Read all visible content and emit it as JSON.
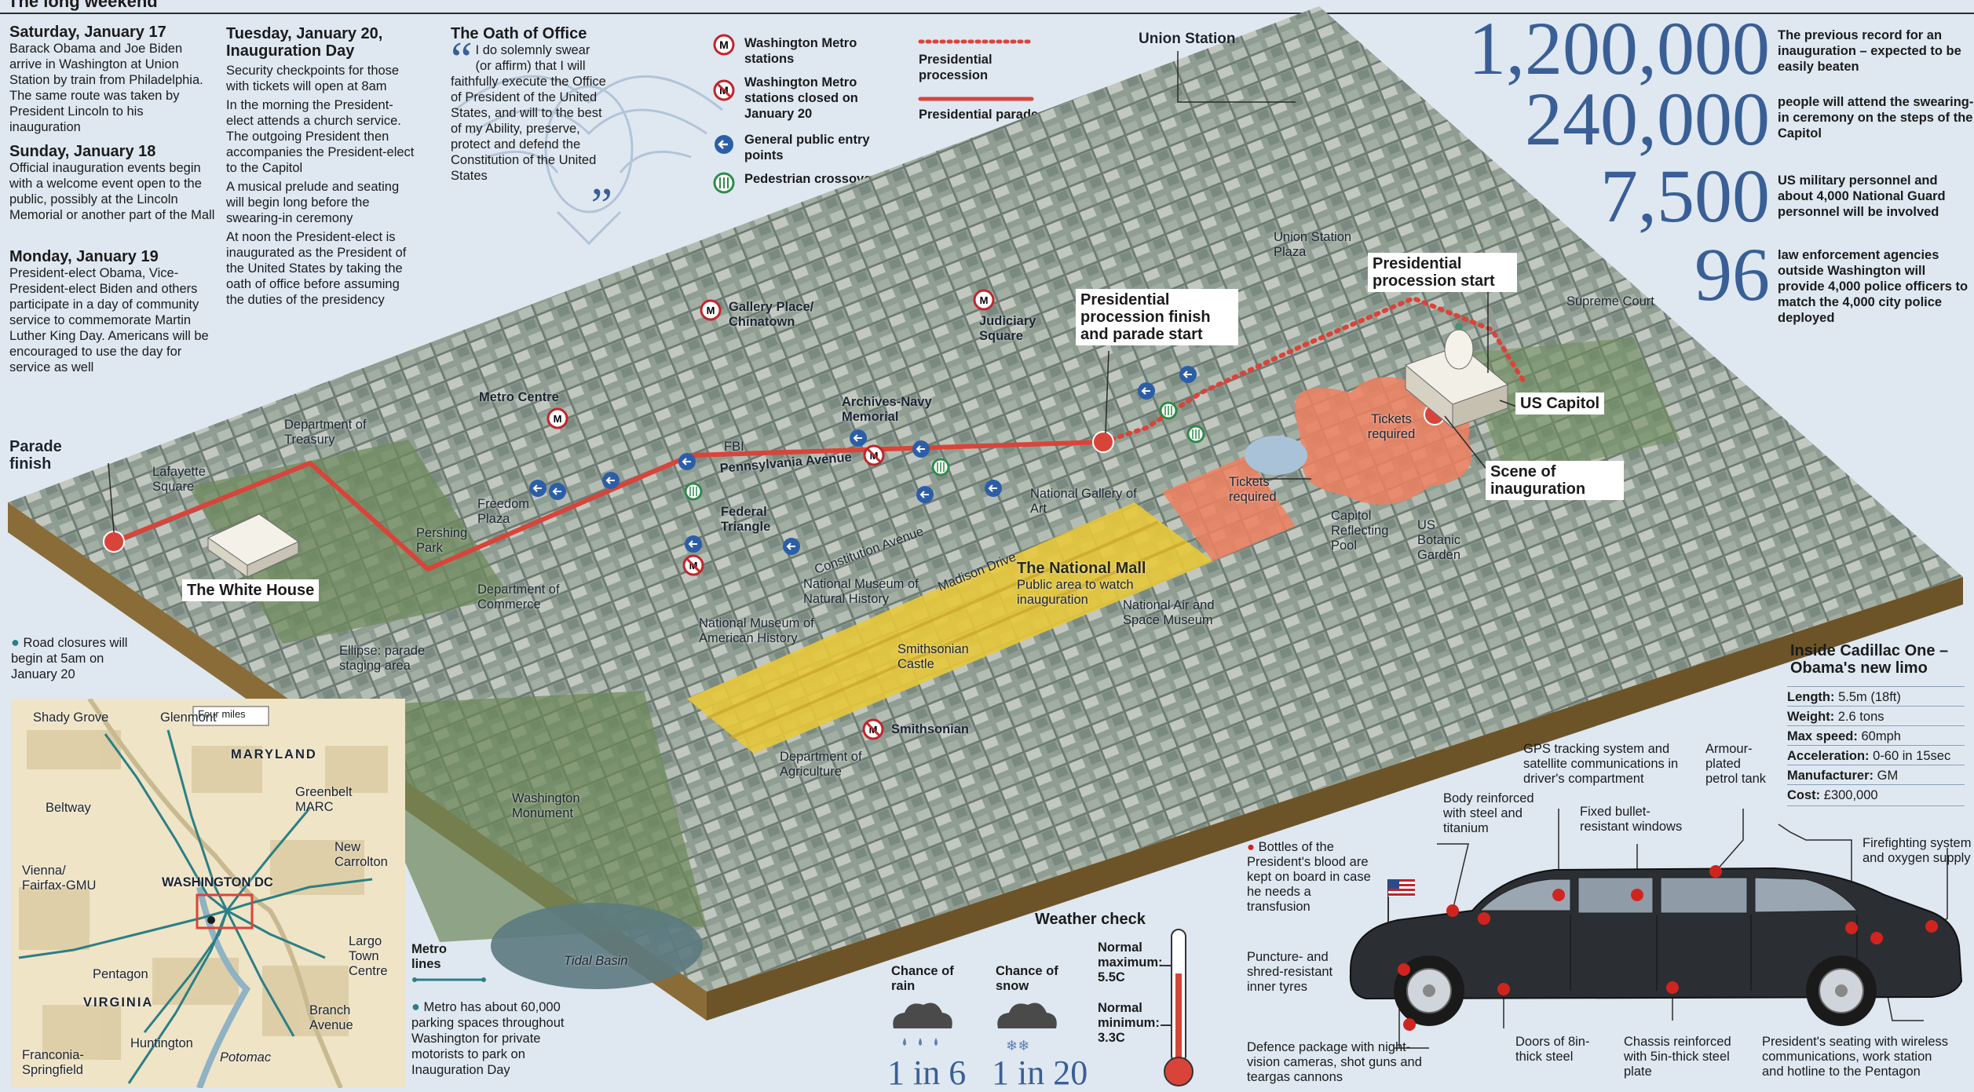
{
  "page_header": "The long weekend",
  "timeline": [
    {
      "title": "Saturday, January 17",
      "body": "Barack Obama and Joe Biden arrive in Washington at Union Station by train from Philadelphia. The same route was taken by President Lincoln to his inauguration"
    },
    {
      "title": "Sunday, January 18",
      "body": "Official inauguration events begin with a welcome event open to the public, possibly at the Lincoln Memorial or another part of the Mall"
    },
    {
      "title": "Monday, January 19",
      "body": "President-elect Obama, Vice-President-elect Biden and others participate in a day of community service to commemorate Martin Luther King Day. Americans will be encouraged to use the day for service as well"
    }
  ],
  "inauguration_day": {
    "title": "Tuesday, January 20, Inauguration Day",
    "paragraphs": [
      "Security checkpoints for those with tickets will open at 8am",
      "In the morning the President-elect attends a church service. The outgoing President then accompanies the President-elect to the Capitol",
      "A musical prelude and seating will begin long before the swearing-in ceremony",
      "At noon the President-elect is inaugurated as the President of the United States by taking the oath of office before assuming the duties of the presidency"
    ]
  },
  "oath": {
    "title": "The Oath of Office",
    "text": "I do solemnly swear (or affirm) that I will faithfully execute the Office of President of the United States, and will to the best of my Ability, preserve, protect and defend the Constitution of the United States"
  },
  "legend": {
    "metro_stations": "Washington Metro stations",
    "metro_closed": "Washington Metro stations closed on January 20",
    "entry_points": "General public entry points",
    "crossovers": "Pedestrian crossovers",
    "procession": "Presidential procession",
    "parade": "Presidential parade"
  },
  "stats": [
    {
      "value": "1,200,000",
      "desc": "The previous record for an inauguration – expected to be easily beaten"
    },
    {
      "value": "240,000",
      "desc": "people will attend the swearing-in ceremony on the steps of the Capitol"
    },
    {
      "value": "7,500",
      "desc": "US military personnel and about 4,000 National Guard personnel will be involved"
    },
    {
      "value": "96",
      "desc": "law enforcement agencies outside Washington will provide 4,000 police officers to match the 4,000 city police deployed"
    }
  ],
  "map_labels": {
    "union_station": "Union Station",
    "union_station_plaza": "Union Station Plaza",
    "supreme_court": "Supreme Court",
    "procession_start": "Presidential procession start",
    "procession_finish": "Presidential procession finish and parade start",
    "us_capitol": "US Capitol",
    "scene_inauguration": "Scene of inauguration",
    "tickets_1": "Tickets required",
    "tickets_2": "Tickets required",
    "capitol_pool": "Capitol Reflecting Pool",
    "botanic": "US Botanic Garden",
    "gallery_place": "Gallery Place/ Chinatown",
    "judiciary": "Judiciary Square",
    "archives": "Archives-Navy Memorial",
    "metro_centre": "Metro Centre",
    "fbi": "FBI",
    "pennsylvania": "Pennsylvania Avenue",
    "federal_triangle": "Federal Triangle",
    "constitution": "Constitution Avenue",
    "madison": "Madison Drive",
    "national_gallery": "National Gallery of Art",
    "national_mall_title": "The National Mall",
    "national_mall_sub": "Public area to watch inauguration",
    "air_space": "National Air and Space Museum",
    "natural_history": "National Museum of Natural History",
    "american_history": "National Museum of American History",
    "smithsonian_castle": "Smithsonian Castle",
    "smithsonian": "Smithsonian",
    "agriculture": "Department of Agriculture",
    "washington_monument": "Washington Monument",
    "tidal_basin": "Tidal Basin",
    "treasury": "Department of Treasury",
    "lafayette": "Lafayette Square",
    "freedom_plaza": "Freedom Plaza",
    "pershing": "Pershing Park",
    "commerce": "Department of Commerce",
    "white_house": "The White House",
    "parade_finish": "Parade finish",
    "ellipse": "Ellipse: parade staging area"
  },
  "notes": {
    "road_closures": "Road closures will begin at 5am on January 20",
    "parking": "Metro has about 60,000 parking spaces throughout Washington for private motorists to park on Inauguration Day"
  },
  "inset_map": {
    "scale": "Four miles",
    "metro_lines": "Metro lines",
    "places": [
      "Shady Grove",
      "Glenmont",
      "MARYLAND",
      "Greenbelt MARC",
      "New Carrolton",
      "Beltway",
      "Vienna/ Fairfax-GMU",
      "WASHINGTON DC",
      "Pentagon",
      "Largo Town Centre",
      "VIRGINIA",
      "Branch Avenue",
      "Huntington",
      "Franconia-Springfield",
      "Potomac"
    ]
  },
  "weather": {
    "title": "Weather check",
    "rain_label": "Chance of rain",
    "rain_value": "1 in 6",
    "snow_label": "Chance of snow",
    "snow_value": "1 in 20",
    "max_label": "Normal maximum:",
    "max_value": "5.5C",
    "min_label": "Normal minimum:",
    "min_value": "3.3C"
  },
  "limo": {
    "title": "Inside Cadillac One – Obama's new limo",
    "specs": [
      {
        "k": "Length:",
        "v": "5.5m (18ft)"
      },
      {
        "k": "Weight:",
        "v": "2.6 tons"
      },
      {
        "k": "Max speed:",
        "v": "60mph"
      },
      {
        "k": "Acceleration:",
        "v": "0-60 in 15sec"
      },
      {
        "k": "Manufacturer:",
        "v": "GM"
      },
      {
        "k": "Cost:",
        "v": "£300,000"
      }
    ],
    "features": {
      "gps": "GPS tracking system and satellite communications in driver's compartment",
      "armour": "Armour-plated petrol tank",
      "body": "Body reinforced with steel and titanium",
      "windows": "Fixed bullet-resistant windows",
      "fire": "Firefighting system and oxygen supply",
      "blood": "Bottles of the President's blood are kept on board in case he needs a transfusion",
      "tyres": "Puncture- and shred-resistant inner tyres",
      "defence": "Defence package with night-vision cameras, shot guns and teargas cannons",
      "doors": "Doors of 8in-thick steel",
      "chassis": "Chassis reinforced with 5in-thick steel plate",
      "seating": "President's seating with wireless communications, work station and hotline to the Pentagon"
    }
  },
  "colors": {
    "accent_blue": "#3a5f96",
    "parade_red": "#d9443a",
    "ticket_orange": "#f08060",
    "mall_yellow": "#e8c83a",
    "metro_teal": "#2b7f86"
  }
}
